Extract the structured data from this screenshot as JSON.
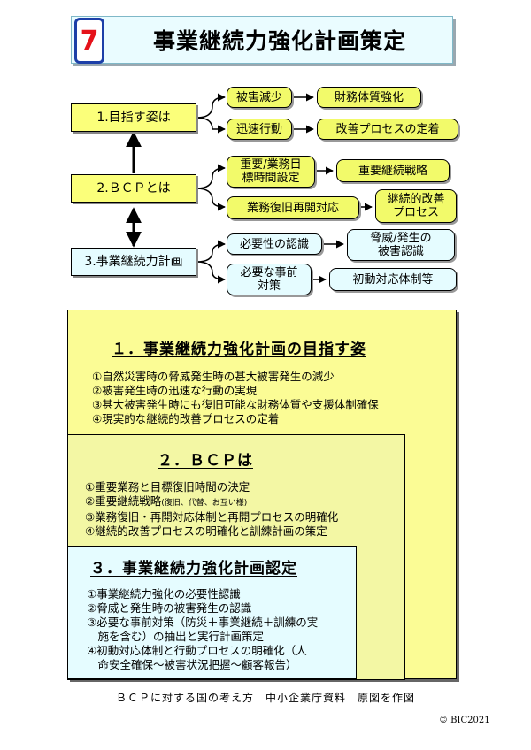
{
  "header": {
    "number": "7",
    "title": "事業継続力強化計画策定"
  },
  "flow": {
    "main_nodes": [
      {
        "label": "1.目指す姿は"
      },
      {
        "label": "2.ＢＣＰとは"
      },
      {
        "label": "3.事業継続力計画"
      }
    ],
    "group1": {
      "rows": [
        {
          "left": "被害減少",
          "right": "財務体質強化"
        },
        {
          "left": "迅速行動",
          "right": "改善プロセスの定着"
        }
      ]
    },
    "group2": {
      "rows": [
        {
          "left": "重要/業務目\n標時間設定",
          "right": "重要継続戦略"
        },
        {
          "left": "業務復旧再開対応",
          "right": "継続的改善\nプロセス"
        }
      ]
    },
    "group3": {
      "rows": [
        {
          "left": "必要性の認識",
          "right": "脅威/発生の\n被害認識"
        },
        {
          "left": "必要な事前\n対策",
          "right": "初動対応体制等"
        }
      ]
    }
  },
  "panel1": {
    "title": "１．事業継続力強化計画の目指す姿",
    "items": [
      "①自然災害時の脅威発生時の甚大被害発生の減少",
      "②被害発生時の迅速な行動の実現",
      "③甚大被害発生時にも復旧可能な財務体質や支援体制確保",
      "④現実的な継続的改善プロセスの定着"
    ]
  },
  "panel2": {
    "title": "２．ＢＣＰは",
    "items": [
      "①重要業務と目標復旧時間の決定",
      "②重要継続戦略",
      "③業務復旧・再開対応体制と再開プロセスの明確化",
      "④継続的改善プロセスの明確化と訓練計画の策定"
    ],
    "item2_note": "(復旧、代替、お互い様)"
  },
  "panel3": {
    "title": "３．事業継続力強化計画認定",
    "items": [
      "①事業継続力強化の必要性認識",
      "②脅威と発生時の被害発生の認識",
      "③必要な事前対策（防災＋事業継続＋訓練の実",
      "　施を含む）の抽出と実行計画策定",
      "④初動対応体制と行動プロセスの明確化（人",
      "　命安全確保～被害状況把握～顧客報告）"
    ]
  },
  "footer": {
    "source": "ＢＣＰに対する国の考え方　中小企業庁資料　原図を作図",
    "copyright": "©  BIC2021"
  },
  "colors": {
    "yellow": "#fbff7a",
    "light_cyan": "#e5fcff",
    "badge_border": "#1d3fa8",
    "badge_text": "#e5121a"
  }
}
